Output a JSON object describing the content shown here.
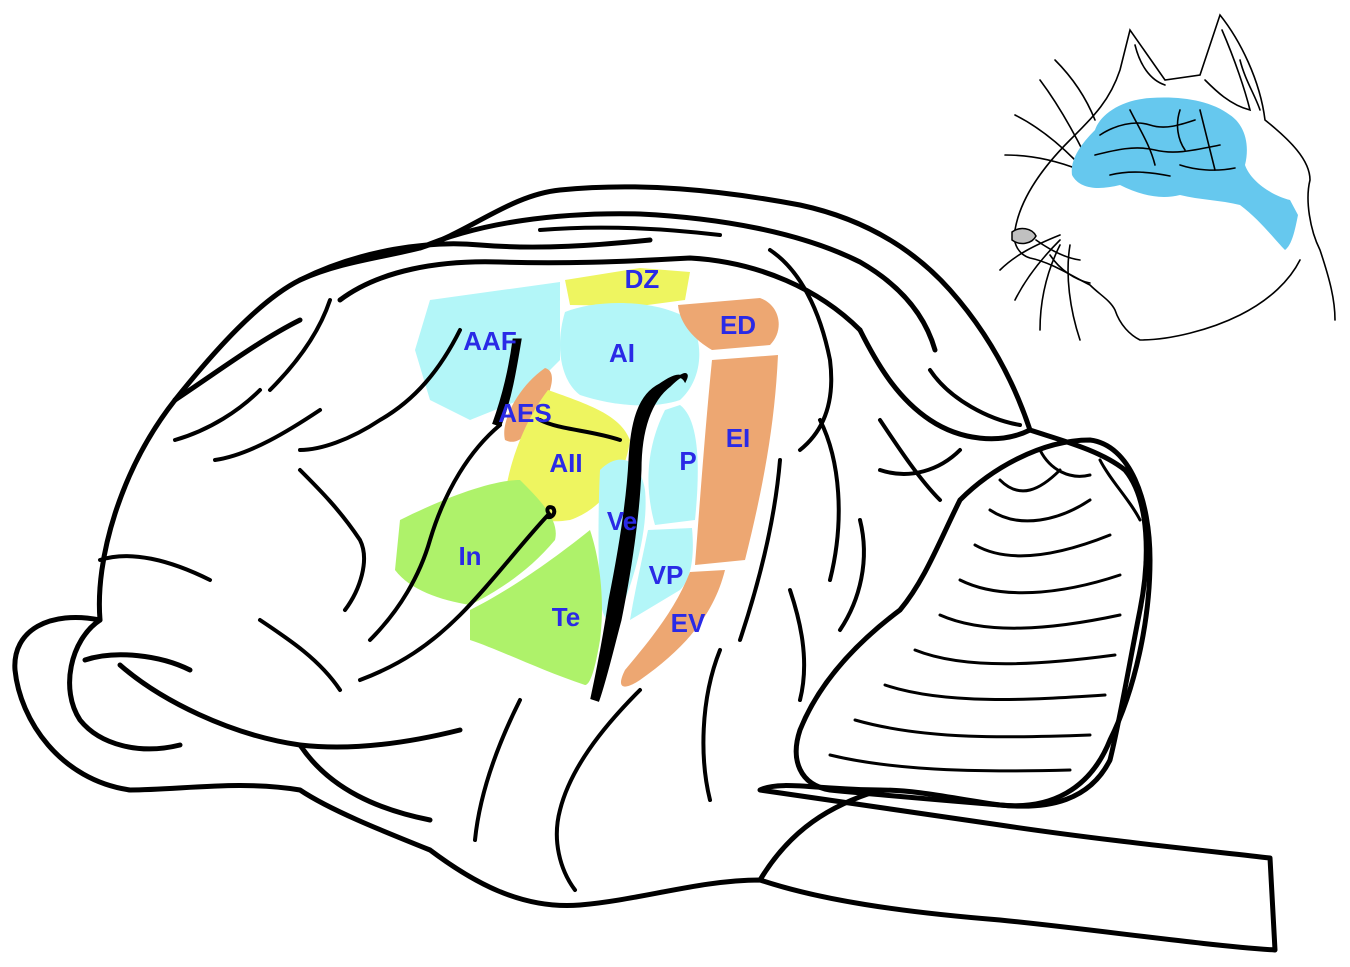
{
  "colors": {
    "light_blue": "#b3f6f8",
    "yellow": "#eef560",
    "green": "#aef26a",
    "orange": "#eda772",
    "label_blue": "#2a2ae6",
    "cat_brain_blue": "#66c8ee"
  },
  "areas": {
    "dz": "DZ",
    "aaf": "AAF",
    "ai": "AI",
    "ed": "ED",
    "aes": "AES",
    "ei": "EI",
    "aii": "AII",
    "p": "P",
    "ve": "Ve",
    "in": "In",
    "vp": "VP",
    "te": "Te",
    "ev": "EV"
  },
  "inset": {
    "icon": "cat-head-with-brain"
  }
}
